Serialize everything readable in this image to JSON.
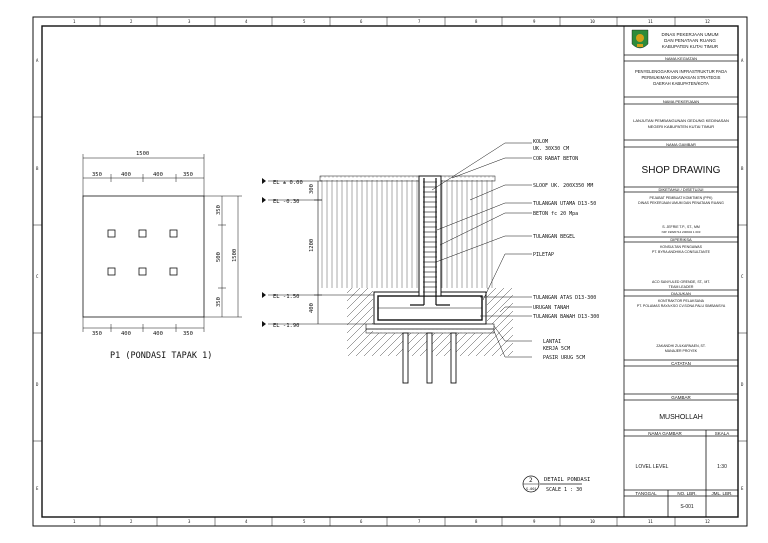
{
  "zone_numbers": {
    "columns": [
      "1",
      "2",
      "3",
      "4",
      "5",
      "6",
      "7",
      "8",
      "9",
      "10",
      "11",
      "12"
    ],
    "rows": [
      "A",
      "B",
      "C",
      "D",
      "E"
    ]
  },
  "plan": {
    "title": "P1 (PONDASI TAPAK 1)",
    "top_total": "1500",
    "top_segments": [
      "350",
      "400",
      "400",
      "350"
    ],
    "bottom_segments": [
      "350",
      "400",
      "400",
      "350"
    ],
    "right_segments": [
      "350",
      "500",
      "350"
    ],
    "right_total": "1500"
  },
  "section": {
    "elevations": [
      "EL ± 0.00",
      "EL -0.30",
      "EL -1.50",
      "EL -1.90"
    ],
    "dims": [
      "300",
      "1200",
      "400"
    ],
    "annotations": [
      "KOLOM",
      "UK. 30X30 CM",
      "COR RABAT BETON",
      "SLOOF UK. 200X350 MM",
      "TULANGAN UTAMA D13-50",
      "BETON fc 20 Mpa",
      "TULANGAN BEGEL",
      "PILETAP",
      "TULANGAN ATAS D13-300",
      "URUGAN TANAH",
      "TULANGAN BAWAH D13-300",
      "LANTAI",
      "KERJA 5CM",
      "PASIR URUG 5CM"
    ],
    "detail_title": "DETAIL PONDASI",
    "detail_scale": "SCALE 1 : 30",
    "detail_number": "2",
    "detail_sheet": "S-001"
  },
  "title_block": {
    "agency": [
      "DINAS PEKERJAAN UMUM",
      "DAN PENATAAN RUANG",
      "KABUPATEN KUTAI TIMUR"
    ],
    "activity_label": "NAMA KEGIATAN",
    "activity": [
      "PENYELENGGARAAN INFRASTRUKTUR PADA",
      "PERMUKIMAN DIKAWASAN STRATEGIS",
      "DAERAH KABUPATEN/KOTA"
    ],
    "job_label": "NAMA PEKERJAAN",
    "job": [
      "LANJUTAN PEMBANGUNAN GEDUNG KEDINASAN",
      "NEGERI KABUPATEN KUTAI TIMUR"
    ],
    "drawing_name_label": "NAMA GAMBAR",
    "drawing_type": "SHOP DRAWING",
    "approved_label": "DIKETAHUI / DISETUJUI",
    "approver_role": [
      "PEJABAT PEMBUAT KOMITMEN (PPK)",
      "DINAS PEKERJAAN UMUM DAN PENATAAN RUANG"
    ],
    "approver_name": "S. JEFRIE T.P., ST., MM",
    "approver_nip": "NIP. 19820714 200904 1 003",
    "checked_label": "DIPERIKSA",
    "consultant": [
      "KONSULTAN PENGAWAS",
      "PT. BYRA ANDHIKA CONSULTANTE"
    ],
    "consultant_person": "ACO SANYULED GRENDE, ST., MT.",
    "consultant_role": "TEAM LEADER",
    "proposed_label": "DIAJUKAN",
    "contractor": [
      "KONTRAKTOR PELAKSANA",
      "PT. POLAMAS RAYA KSO CV.SONA PALU SIMBANSYA"
    ],
    "contractor_person": "ZAKANDHI ZULKARNAEN, ST.",
    "contractor_role": "MANAJER PROYEK",
    "notes_label": "CATATAN",
    "drawing_label": "GAMBAR",
    "drawing_title": "MUSHOLLAH",
    "sheet_name_label": "NAMA GAMBAR",
    "scale_label": "SKALA",
    "sheet_name_value": "LOVEL LEVEL",
    "scale_value": "1:30",
    "date_label": "TANGGAL",
    "sheet_no_label": "NO. LBR.",
    "sheet_count_label": "JML. LBR.",
    "sheet_no_value": "S-001"
  },
  "colors": {
    "line": "#111111",
    "logo_green": "#2e8b3a",
    "logo_gold": "#d4a017"
  }
}
